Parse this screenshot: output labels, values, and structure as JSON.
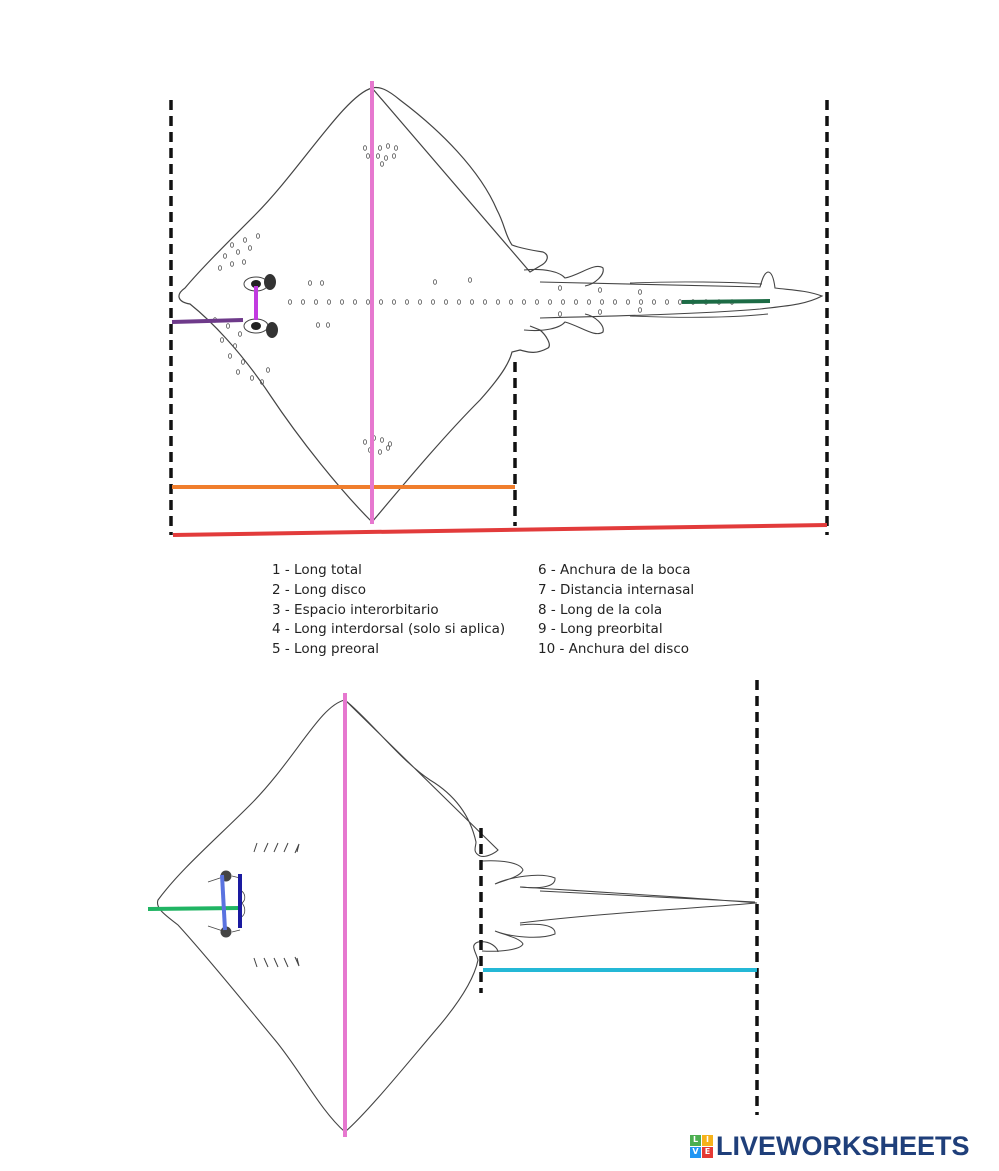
{
  "title": "Medidas morfométricas de rayas",
  "legend": {
    "left": [
      "1 - Long total",
      "2 - Long disco",
      "3 - Espacio interorbitario",
      "4 - Long interdorsal (solo si aplica)",
      "5 - Long preoral"
    ],
    "right": [
      "6 - Anchura de la boca",
      "7 - Distancia internasal",
      "8 - Long de la cola",
      "9 - Long preorbital",
      "10 - Anchura del disco"
    ]
  },
  "measure_colors": {
    "long_total": "#e23b3b",
    "long_disco": "#f07e2d",
    "espacio_interorbitario": "#c23be0",
    "long_interdorsal": "#1c6b45",
    "long_preoral": "#6e3a8a",
    "anchura_disco": "#e678cf",
    "anchura_boca": "#1a1aa0",
    "distancia_internasal": "#5a73e0",
    "long_cola": "#24b8d6",
    "long_preorbital": "#20b463",
    "guide_lines": "#111111",
    "outline": "#444444"
  },
  "brand": {
    "live_letters": [
      "L",
      "I",
      "V",
      "E"
    ],
    "live_colors": [
      "#4caf50",
      "#f6b21a",
      "#2196f3",
      "#e53935"
    ],
    "name": "LIVEWORKSHEETS"
  }
}
